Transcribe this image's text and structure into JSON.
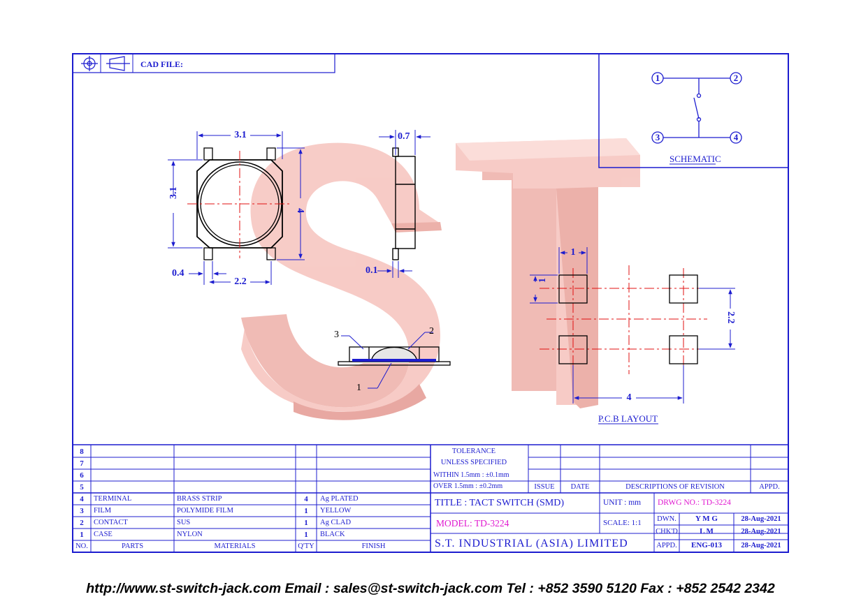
{
  "cad_file_label": "CAD FILE:",
  "watermark": "ST",
  "schematic": {
    "label": "SCHEMATIC",
    "pins": [
      "1",
      "2",
      "3",
      "4"
    ]
  },
  "dimensions": {
    "top_width": "3.1",
    "top_height": "3.1",
    "overall_length": "4",
    "terminal_width": "0.4",
    "terminal_pitch": "2.2",
    "side_thickness": "0.7",
    "side_terminal": "0.1",
    "pad_width": "1",
    "pad_height": "1",
    "pcb_pitch_y": "2.2",
    "pcb_pitch_x": "4"
  },
  "section_callouts": [
    "1",
    "2",
    "3"
  ],
  "pcb_layout_label": "P.C.B LAYOUT",
  "bom": {
    "empty_rows": [
      "8",
      "7",
      "6",
      "5"
    ],
    "rows": [
      {
        "no": "4",
        "part": "TERMINAL",
        "material": "BRASS STRIP",
        "qty": "4",
        "finish": "Ag PLATED"
      },
      {
        "no": "3",
        "part": "FILM",
        "material": "POLYMIDE FILM",
        "qty": "1",
        "finish": "YELLOW"
      },
      {
        "no": "2",
        "part": "CONTACT",
        "material": "SUS",
        "qty": "1",
        "finish": "Ag CLAD"
      },
      {
        "no": "1",
        "part": "CASE",
        "material": "NYLON",
        "qty": "1",
        "finish": "BLACK"
      }
    ],
    "headers": {
      "no": "NO.",
      "parts": "PARTS",
      "materials": "MATERIALS",
      "qty": "Q'TY",
      "finish": "FINISH"
    }
  },
  "tolerance": {
    "line1": "TOLERANCE",
    "line2": "UNLESS SPECIFIED",
    "line3": "WITHIN 1.5mm : ±0.1mm",
    "line4": "OVER 1.5mm : ±0.2mm"
  },
  "revision_headers": {
    "issue": "ISSUE",
    "date": "DATE",
    "descriptions": "DESCRIPTIONS OF REVISION",
    "appd": "APPD."
  },
  "title_block": {
    "title": "TITLE : TACT SWITCH (SMD)",
    "unit_label": "UNIT : mm",
    "drwg_no": "DRWG NO.: TD-3224",
    "model": "MODEL: TD-3224",
    "scale": "SCALE: 1:1",
    "company": "S.T. INDUSTRIAL (ASIA) LIMITED",
    "dwn_label": "DWN.",
    "dwn_name": "Y M G",
    "dwn_date": "28-Aug-2021",
    "chkd_label": "CHK'D",
    "chkd_name": "L M",
    "chkd_date": "28-Aug-2021",
    "appd_label": "APPD.",
    "appd_name": "ENG-013",
    "appd_date": "28-Aug-2021"
  },
  "colors": {
    "line": "#1c1ccf",
    "center_line": "#e01010",
    "watermark": "#f3b4ae",
    "model_text": "#e01ad0"
  },
  "footer": "http://www.st-switch-jack.com  Email : sales@st-switch-jack.com  Tel : +852 3590 5120  Fax : +852 2542 2342"
}
